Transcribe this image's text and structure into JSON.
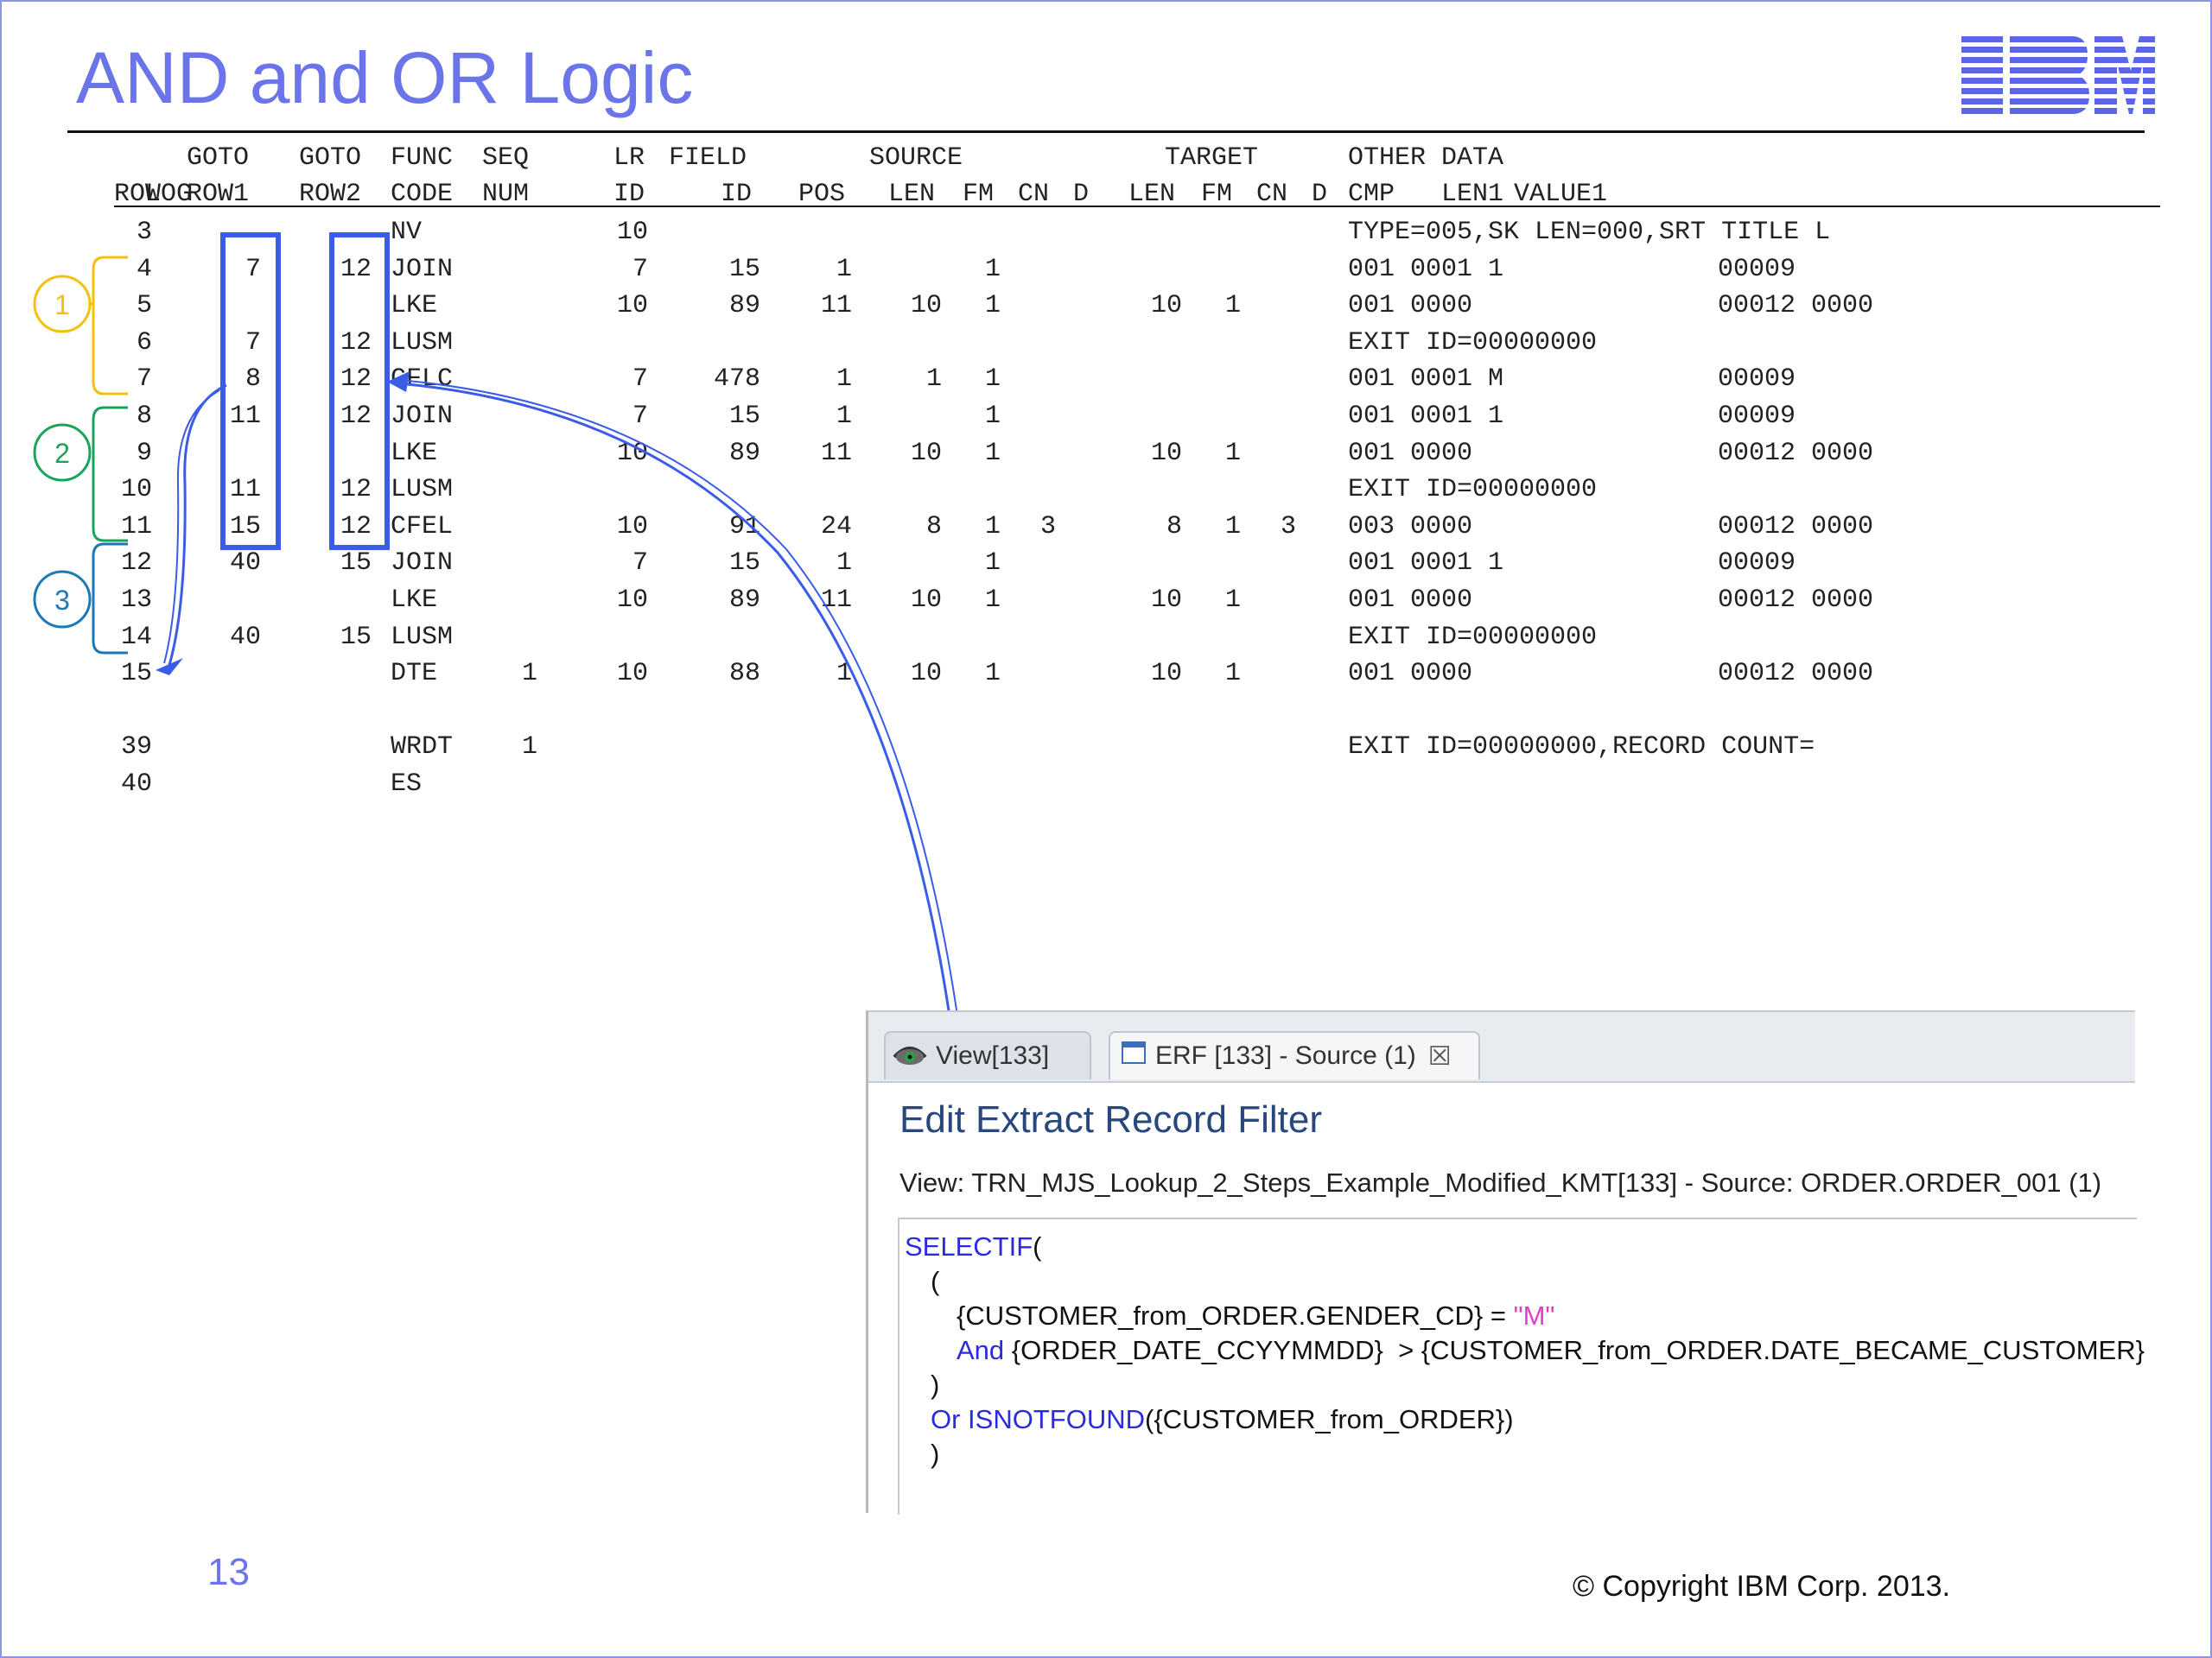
{
  "slide": {
    "title": "AND and OR Logic",
    "page_number": "13",
    "copyright": "© Copyright IBM Corp. 2013.",
    "logo_text": "IBM",
    "accent_color": "#6b74e8"
  },
  "table": {
    "header_line1": [
      "LOG",
      "GOTO",
      "GOTO",
      "FUNC",
      "SEQ",
      "LR",
      "FIELD",
      "SOURCE",
      "TARGET",
      "OTHER DATA"
    ],
    "header_line2": [
      "ROW",
      "ROW1",
      "ROW2",
      "CODE",
      "NUM",
      "ID",
      "ID",
      "POS",
      "LEN",
      "FM",
      "CN",
      "D",
      "LEN",
      "FM",
      "CN",
      "D",
      "CMP",
      "LEN1",
      "VALUE1"
    ],
    "rows": [
      {
        "row": "3",
        "goto1": "",
        "goto2": "",
        "func": "NV",
        "seq": "",
        "lr": "10",
        "field": "",
        "pos": "",
        "len": "",
        "fm": "",
        "cn": "",
        "tlen": "",
        "tfm": "",
        "tcn": "",
        "other": "TYPE=005,SK LEN=000,SRT TITLE L",
        "value": ""
      },
      {
        "row": "4",
        "goto1": "7",
        "goto2": "12",
        "func": "JOIN",
        "seq": "",
        "lr": "7",
        "field": "15",
        "pos": "1",
        "len": "",
        "fm": "1",
        "cn": "",
        "tlen": "",
        "tfm": "",
        "tcn": "",
        "other": "001 0001 1",
        "value": "00009"
      },
      {
        "row": "5",
        "goto1": "",
        "goto2": "",
        "func": "LKE",
        "seq": "",
        "lr": "10",
        "field": "89",
        "pos": "11",
        "len": "10",
        "fm": "1",
        "cn": "",
        "tlen": "10",
        "tfm": "1",
        "tcn": "",
        "other": "001 0000",
        "value": "00012 0000"
      },
      {
        "row": "6",
        "goto1": "7",
        "goto2": "12",
        "func": "LUSM",
        "seq": "",
        "lr": "",
        "field": "",
        "pos": "",
        "len": "",
        "fm": "",
        "cn": "",
        "tlen": "",
        "tfm": "",
        "tcn": "",
        "other": "EXIT ID=00000000",
        "value": ""
      },
      {
        "row": "7",
        "goto1": "8",
        "goto2": "12",
        "func": "CFLC",
        "seq": "",
        "lr": "7",
        "field": "478",
        "pos": "1",
        "len": "1",
        "fm": "1",
        "cn": "",
        "tlen": "",
        "tfm": "",
        "tcn": "",
        "other": "001 0001 M",
        "value": "00009"
      },
      {
        "row": "8",
        "goto1": "11",
        "goto2": "12",
        "func": "JOIN",
        "seq": "",
        "lr": "7",
        "field": "15",
        "pos": "1",
        "len": "",
        "fm": "1",
        "cn": "",
        "tlen": "",
        "tfm": "",
        "tcn": "",
        "other": "001 0001 1",
        "value": "00009"
      },
      {
        "row": "9",
        "goto1": "",
        "goto2": "",
        "func": "LKE",
        "seq": "",
        "lr": "10",
        "field": "89",
        "pos": "11",
        "len": "10",
        "fm": "1",
        "cn": "",
        "tlen": "10",
        "tfm": "1",
        "tcn": "",
        "other": "001 0000",
        "value": "00012 0000"
      },
      {
        "row": "10",
        "goto1": "11",
        "goto2": "12",
        "func": "LUSM",
        "seq": "",
        "lr": "",
        "field": "",
        "pos": "",
        "len": "",
        "fm": "",
        "cn": "",
        "tlen": "",
        "tfm": "",
        "tcn": "",
        "other": "EXIT ID=00000000",
        "value": ""
      },
      {
        "row": "11",
        "goto1": "15",
        "goto2": "12",
        "func": "CFEL",
        "seq": "",
        "lr": "10",
        "field": "91",
        "pos": "24",
        "len": "8",
        "fm": "1",
        "cn": "3",
        "tlen": "8",
        "tfm": "1",
        "tcn": "3",
        "other": "003 0000",
        "value": "00012 0000"
      },
      {
        "row": "12",
        "goto1": "40",
        "goto2": "15",
        "func": "JOIN",
        "seq": "",
        "lr": "7",
        "field": "15",
        "pos": "1",
        "len": "",
        "fm": "1",
        "cn": "",
        "tlen": "",
        "tfm": "",
        "tcn": "",
        "other": "001 0001 1",
        "value": "00009"
      },
      {
        "row": "13",
        "goto1": "",
        "goto2": "",
        "func": "LKE",
        "seq": "",
        "lr": "10",
        "field": "89",
        "pos": "11",
        "len": "10",
        "fm": "1",
        "cn": "",
        "tlen": "10",
        "tfm": "1",
        "tcn": "",
        "other": "001 0000",
        "value": "00012 0000"
      },
      {
        "row": "14",
        "goto1": "40",
        "goto2": "15",
        "func": "LUSM",
        "seq": "",
        "lr": "",
        "field": "",
        "pos": "",
        "len": "",
        "fm": "",
        "cn": "",
        "tlen": "",
        "tfm": "",
        "tcn": "",
        "other": "EXIT ID=00000000",
        "value": ""
      },
      {
        "row": "15",
        "goto1": "",
        "goto2": "",
        "func": "DTE",
        "seq": "1",
        "lr": "10",
        "field": "88",
        "pos": "1",
        "len": "10",
        "fm": "1",
        "cn": "",
        "tlen": "10",
        "tfm": "1",
        "tcn": "",
        "other": "001 0000",
        "value": "00012 0000"
      },
      {
        "row": "",
        "goto1": "",
        "goto2": "",
        "func": "",
        "seq": "",
        "lr": "",
        "field": "",
        "pos": "",
        "len": "",
        "fm": "",
        "cn": "",
        "tlen": "",
        "tfm": "",
        "tcn": "",
        "other": "",
        "value": ""
      },
      {
        "row": "39",
        "goto1": "",
        "goto2": "",
        "func": "WRDT",
        "seq": "1",
        "lr": "",
        "field": "",
        "pos": "",
        "len": "",
        "fm": "",
        "cn": "",
        "tlen": "",
        "tfm": "",
        "tcn": "",
        "other": "EXIT ID=00000000,RECORD COUNT=",
        "value": ""
      },
      {
        "row": "40",
        "goto1": "",
        "goto2": "",
        "func": "ES",
        "seq": "",
        "lr": "",
        "field": "",
        "pos": "",
        "len": "",
        "fm": "",
        "cn": "",
        "tlen": "",
        "tfm": "",
        "tcn": "",
        "other": "",
        "value": ""
      }
    ]
  },
  "groups": [
    {
      "label": "1",
      "color": "#f2c10c"
    },
    {
      "label": "2",
      "color": "#1ca35a"
    },
    {
      "label": "3",
      "color": "#1f78b4"
    }
  ],
  "highlight_color": "#3b5ce6",
  "editor": {
    "tabs": [
      {
        "label": "View[133]",
        "icon": "eye-icon"
      },
      {
        "label": "ERF [133] - Source (1)",
        "icon": "window-icon",
        "close": "☒"
      }
    ],
    "heading": "Edit Extract Record Filter",
    "subtitle": "View: TRN_MJS_Lookup_2_Steps_Example_Modified_KMT[133] - Source: ORDER.ORDER_001 (1)",
    "code": {
      "l1_kw": "SELECTIF",
      "l1_rest": "(",
      "l2": "(",
      "l3_a": "{CUSTOMER_from_ORDER.GENDER_CD} = ",
      "l3_str": "\"M\"",
      "l4_kw": "And",
      "l4_rest": " {ORDER_DATE_CCYYMMDD}  > {CUSTOMER_from_ORDER.DATE_BECAME_CUSTOMER}",
      "l5": ")",
      "l6_kw": "Or ISNOTFOUND",
      "l6_rest": "({CUSTOMER_from_ORDER})",
      "l7": ")"
    }
  }
}
